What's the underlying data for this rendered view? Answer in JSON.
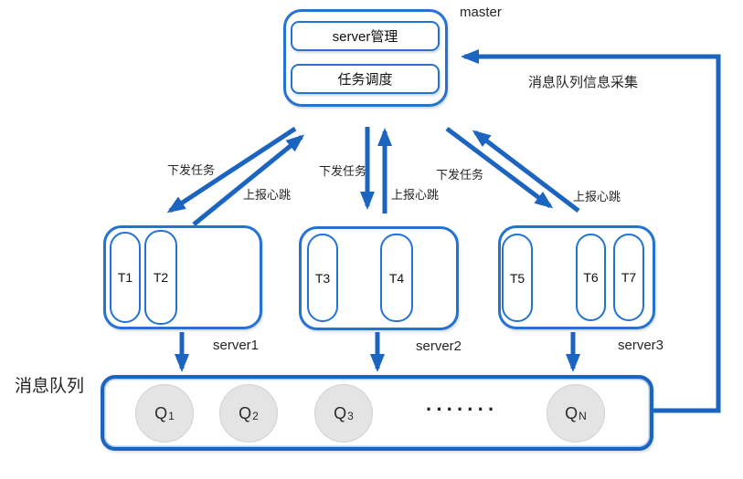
{
  "colors": {
    "arrow_blue": "#1b64c0",
    "box_border_blue": "#2472d2",
    "queue_circle_fill": "#e4e4e4",
    "text": "#1f1f1f"
  },
  "master": {
    "label": "master",
    "modules": [
      {
        "label": "server管理"
      },
      {
        "label": "任务调度"
      }
    ]
  },
  "edge_labels": {
    "dispatch": "下发任务",
    "heartbeat": "上报心跳",
    "collect": "消息队列信息采集"
  },
  "servers": [
    {
      "label": "server1",
      "tasks": [
        {
          "label": "T1"
        },
        {
          "label": "T2"
        }
      ]
    },
    {
      "label": "server2",
      "tasks": [
        {
          "label": "T3"
        },
        {
          "label": "T4"
        }
      ]
    },
    {
      "label": "server3",
      "tasks": [
        {
          "label": "T5"
        },
        {
          "label": "T6"
        },
        {
          "label": "T7"
        }
      ]
    }
  ],
  "queue": {
    "label": "消息队列",
    "dots": "·······",
    "items": [
      {
        "base": "Q",
        "sub": "1"
      },
      {
        "base": "Q",
        "sub": "2"
      },
      {
        "base": "Q",
        "sub": "3"
      },
      {
        "base": "Q",
        "sub": "N"
      }
    ]
  }
}
